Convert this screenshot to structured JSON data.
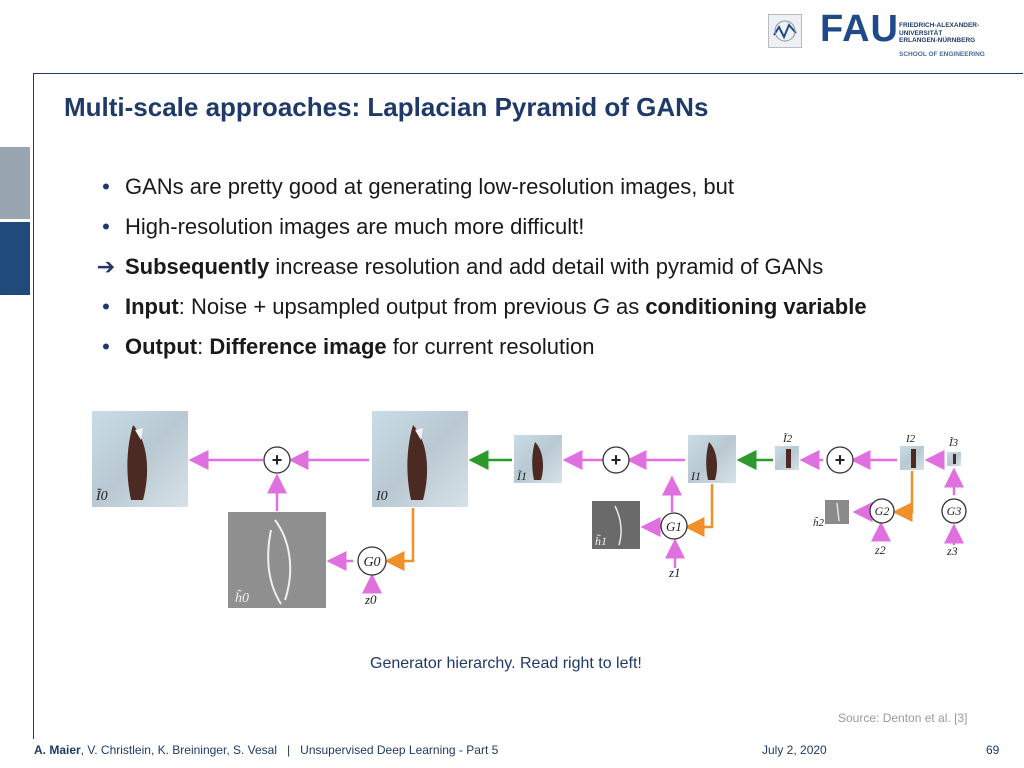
{
  "header": {
    "logo_text": "FAU",
    "university_lines": [
      "FRIEDRICH-ALEXANDER-",
      "UNIVERSITÄT",
      "ERLANGEN-NÜRNBERG"
    ],
    "school": "SCHOOL OF ENGINEERING"
  },
  "slide": {
    "title": "Multi-scale approaches: Laplacian Pyramid of GANs",
    "bullets": [
      {
        "marker": "•",
        "segments": [
          {
            "text": "GANs are pretty good at generating low-resolution images, but"
          }
        ]
      },
      {
        "marker": "•",
        "segments": [
          {
            "text": "High-resolution images are much more difficult!"
          }
        ]
      },
      {
        "marker": "➔",
        "segments": [
          {
            "text": "Subsequently",
            "bold": true
          },
          {
            "text": " increase resolution and add detail with pyramid of GANs"
          }
        ]
      },
      {
        "marker": "•",
        "segments": [
          {
            "text": "Input",
            "bold": true
          },
          {
            "text": ": Noise + upsampled output from previous "
          },
          {
            "text": "G",
            "italic": true
          },
          {
            "text": " as "
          },
          {
            "text": "conditioning variable",
            "bold": true
          }
        ]
      },
      {
        "marker": "•",
        "segments": [
          {
            "text": "Output",
            "bold": true
          },
          {
            "text": ": "
          },
          {
            "text": "Difference image",
            "bold": true
          },
          {
            "text": " for current resolution"
          }
        ]
      }
    ],
    "figure_caption": "Generator hierarchy. Read right to left!",
    "source": "Source: Denton et al. [3]"
  },
  "diagram": {
    "plus": "+",
    "generators": [
      "G0",
      "G1",
      "G2",
      "G3"
    ],
    "noises": [
      "z0",
      "z1",
      "z2",
      "z3"
    ],
    "images": [
      "Ĩ0",
      "I0",
      "Ĩ1",
      "I1",
      "Ĩ2",
      "I2",
      "Ĩ3"
    ],
    "residuals": [
      "h̃0",
      "h̃1",
      "h̃2"
    ],
    "colors": {
      "pink": "#e070e0",
      "orange": "#f0902a",
      "green": "#2a9a2a"
    }
  },
  "footer": {
    "lead_author": "A. Maier",
    "other_authors": ", V. Christlein, K. Breininger, S. Vesal",
    "separator": "|",
    "lecture": "Unsupervised Deep Learning - Part 5",
    "date": "July 2, 2020",
    "page": "69"
  }
}
